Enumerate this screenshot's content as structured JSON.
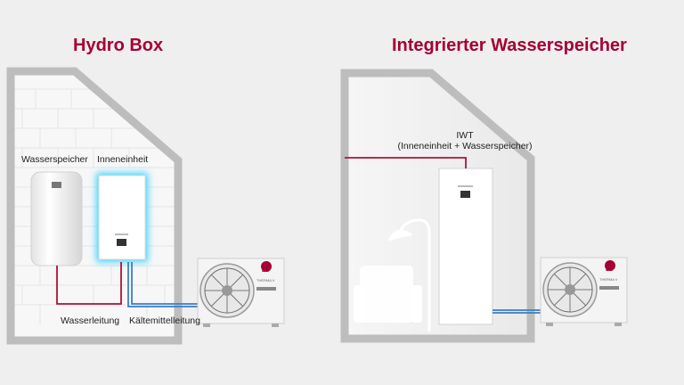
{
  "left": {
    "title": "Hydro Box",
    "labels": {
      "water_tank": "Wasserspeicher",
      "indoor_unit": "Inneneinheit",
      "water_line": "Wasserleitung",
      "refrigerant_line": "Kältemittelleitung"
    }
  },
  "right": {
    "title": "Integrierter Wasserspeicher",
    "iwt_label": "IWT",
    "iwt_sublabel": "(Inneneinheit + Wasserspeicher)"
  },
  "outdoor_unit": {
    "brand": "LG",
    "model_text": "THERMA V"
  },
  "colors": {
    "water_line": "#b0103a",
    "refrigerant_line": "#3a7fc4",
    "brand": "#a50034",
    "house_outline": "#bdbdbd",
    "indoor_glow": "#3fd4ff"
  }
}
